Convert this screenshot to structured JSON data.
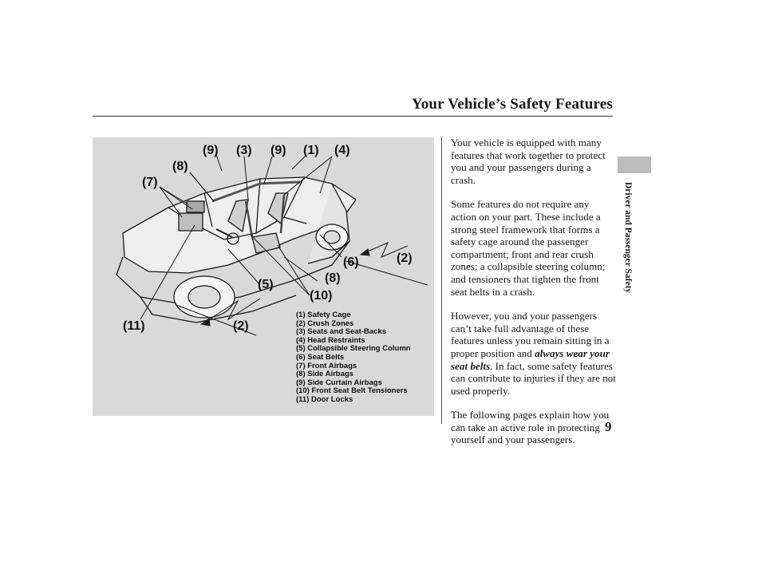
{
  "page": {
    "header_title": "Your Vehicle’s Safety Features",
    "section_label": "Driver and Passenger Safety",
    "page_number": "9"
  },
  "figure": {
    "callouts": {
      "c9a": "(9)",
      "c3": "(3)",
      "c9b": "(9)",
      "c1": "(1)",
      "c4": "(4)",
      "c8a": "(8)",
      "c7": "(7)",
      "c6": "(6)",
      "c2a": "(2)",
      "c8b": "(8)",
      "c5": "(5)",
      "c10": "(10)",
      "c11": "(11)",
      "c2b": "(2)"
    },
    "legend": [
      "(1) Safety Cage",
      "(2) Crush Zones",
      "(3) Seats and Seat-Backs",
      "(4) Head Restraints",
      "(5) Collapsible Steering Column",
      "(6) Seat Belts",
      "(7) Front Airbags",
      "(8) Side Airbags",
      "(9) Side Curtain Airbags",
      "(10) Front Seat Belt Tensioners",
      "(11) Door Locks"
    ]
  },
  "body": {
    "p1": "Your vehicle is equipped with many features that work together to protect you and your passengers during a crash.",
    "p2": "Some features do not require any action on your part. These include a strong steel framework that forms a safety cage around the passenger compartment; front and rear crush zones; a collapsible steering column; and tensioners that tighten the front seat belts in a crash.",
    "p3_before": "However, you and your passengers can’t take full advantage of these features unless you remain sitting in a proper position and ",
    "p3_emphasis": "always wear your seat belts",
    "p3_after": ". In fact, some safety features can contribute to injuries if they are not used properly.",
    "p4": "The following pages explain how you can take an active role in protecting yourself and your passengers."
  }
}
